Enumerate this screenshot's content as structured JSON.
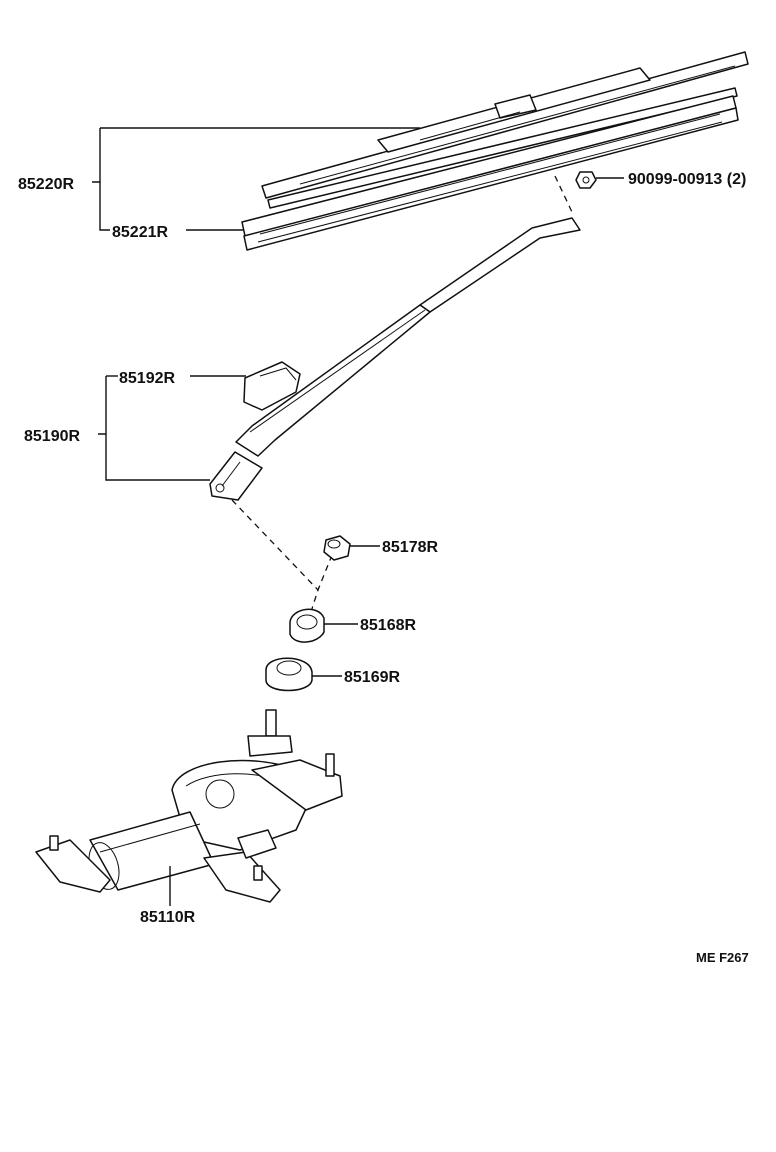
{
  "parts": {
    "blade_assembly": "85220R",
    "blade_refill": "85221R",
    "nut": "90099-00913 (2)",
    "arm_cap": "85192R",
    "arm_assembly": "85190R",
    "pivot_nut": "85178R",
    "pivot_cap": "85168R",
    "grommet": "85169R",
    "motor": "85110R"
  },
  "reference_code": "ME F267"
}
